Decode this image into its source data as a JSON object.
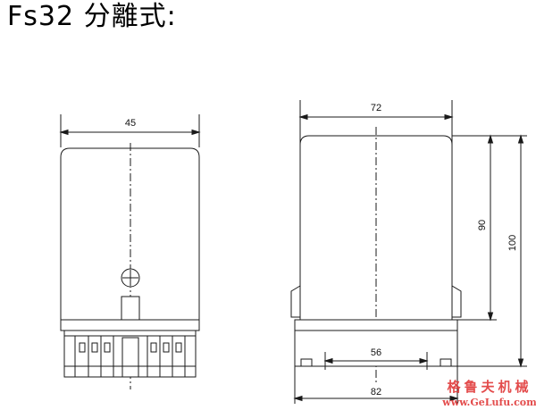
{
  "title": "Fs32 分離式:",
  "left_view": {
    "width_label": "45"
  },
  "right_view": {
    "width_top_label": "72",
    "height_90_label": "90",
    "height_100_label": "100",
    "mount_spacing_label": "56",
    "base_width_label": "82"
  },
  "watermark": {
    "brand": "格鲁夫机械",
    "url": "www.GeLufu.com"
  },
  "colors": {
    "line": "#1a1a1a",
    "watermark": "#e03838"
  }
}
